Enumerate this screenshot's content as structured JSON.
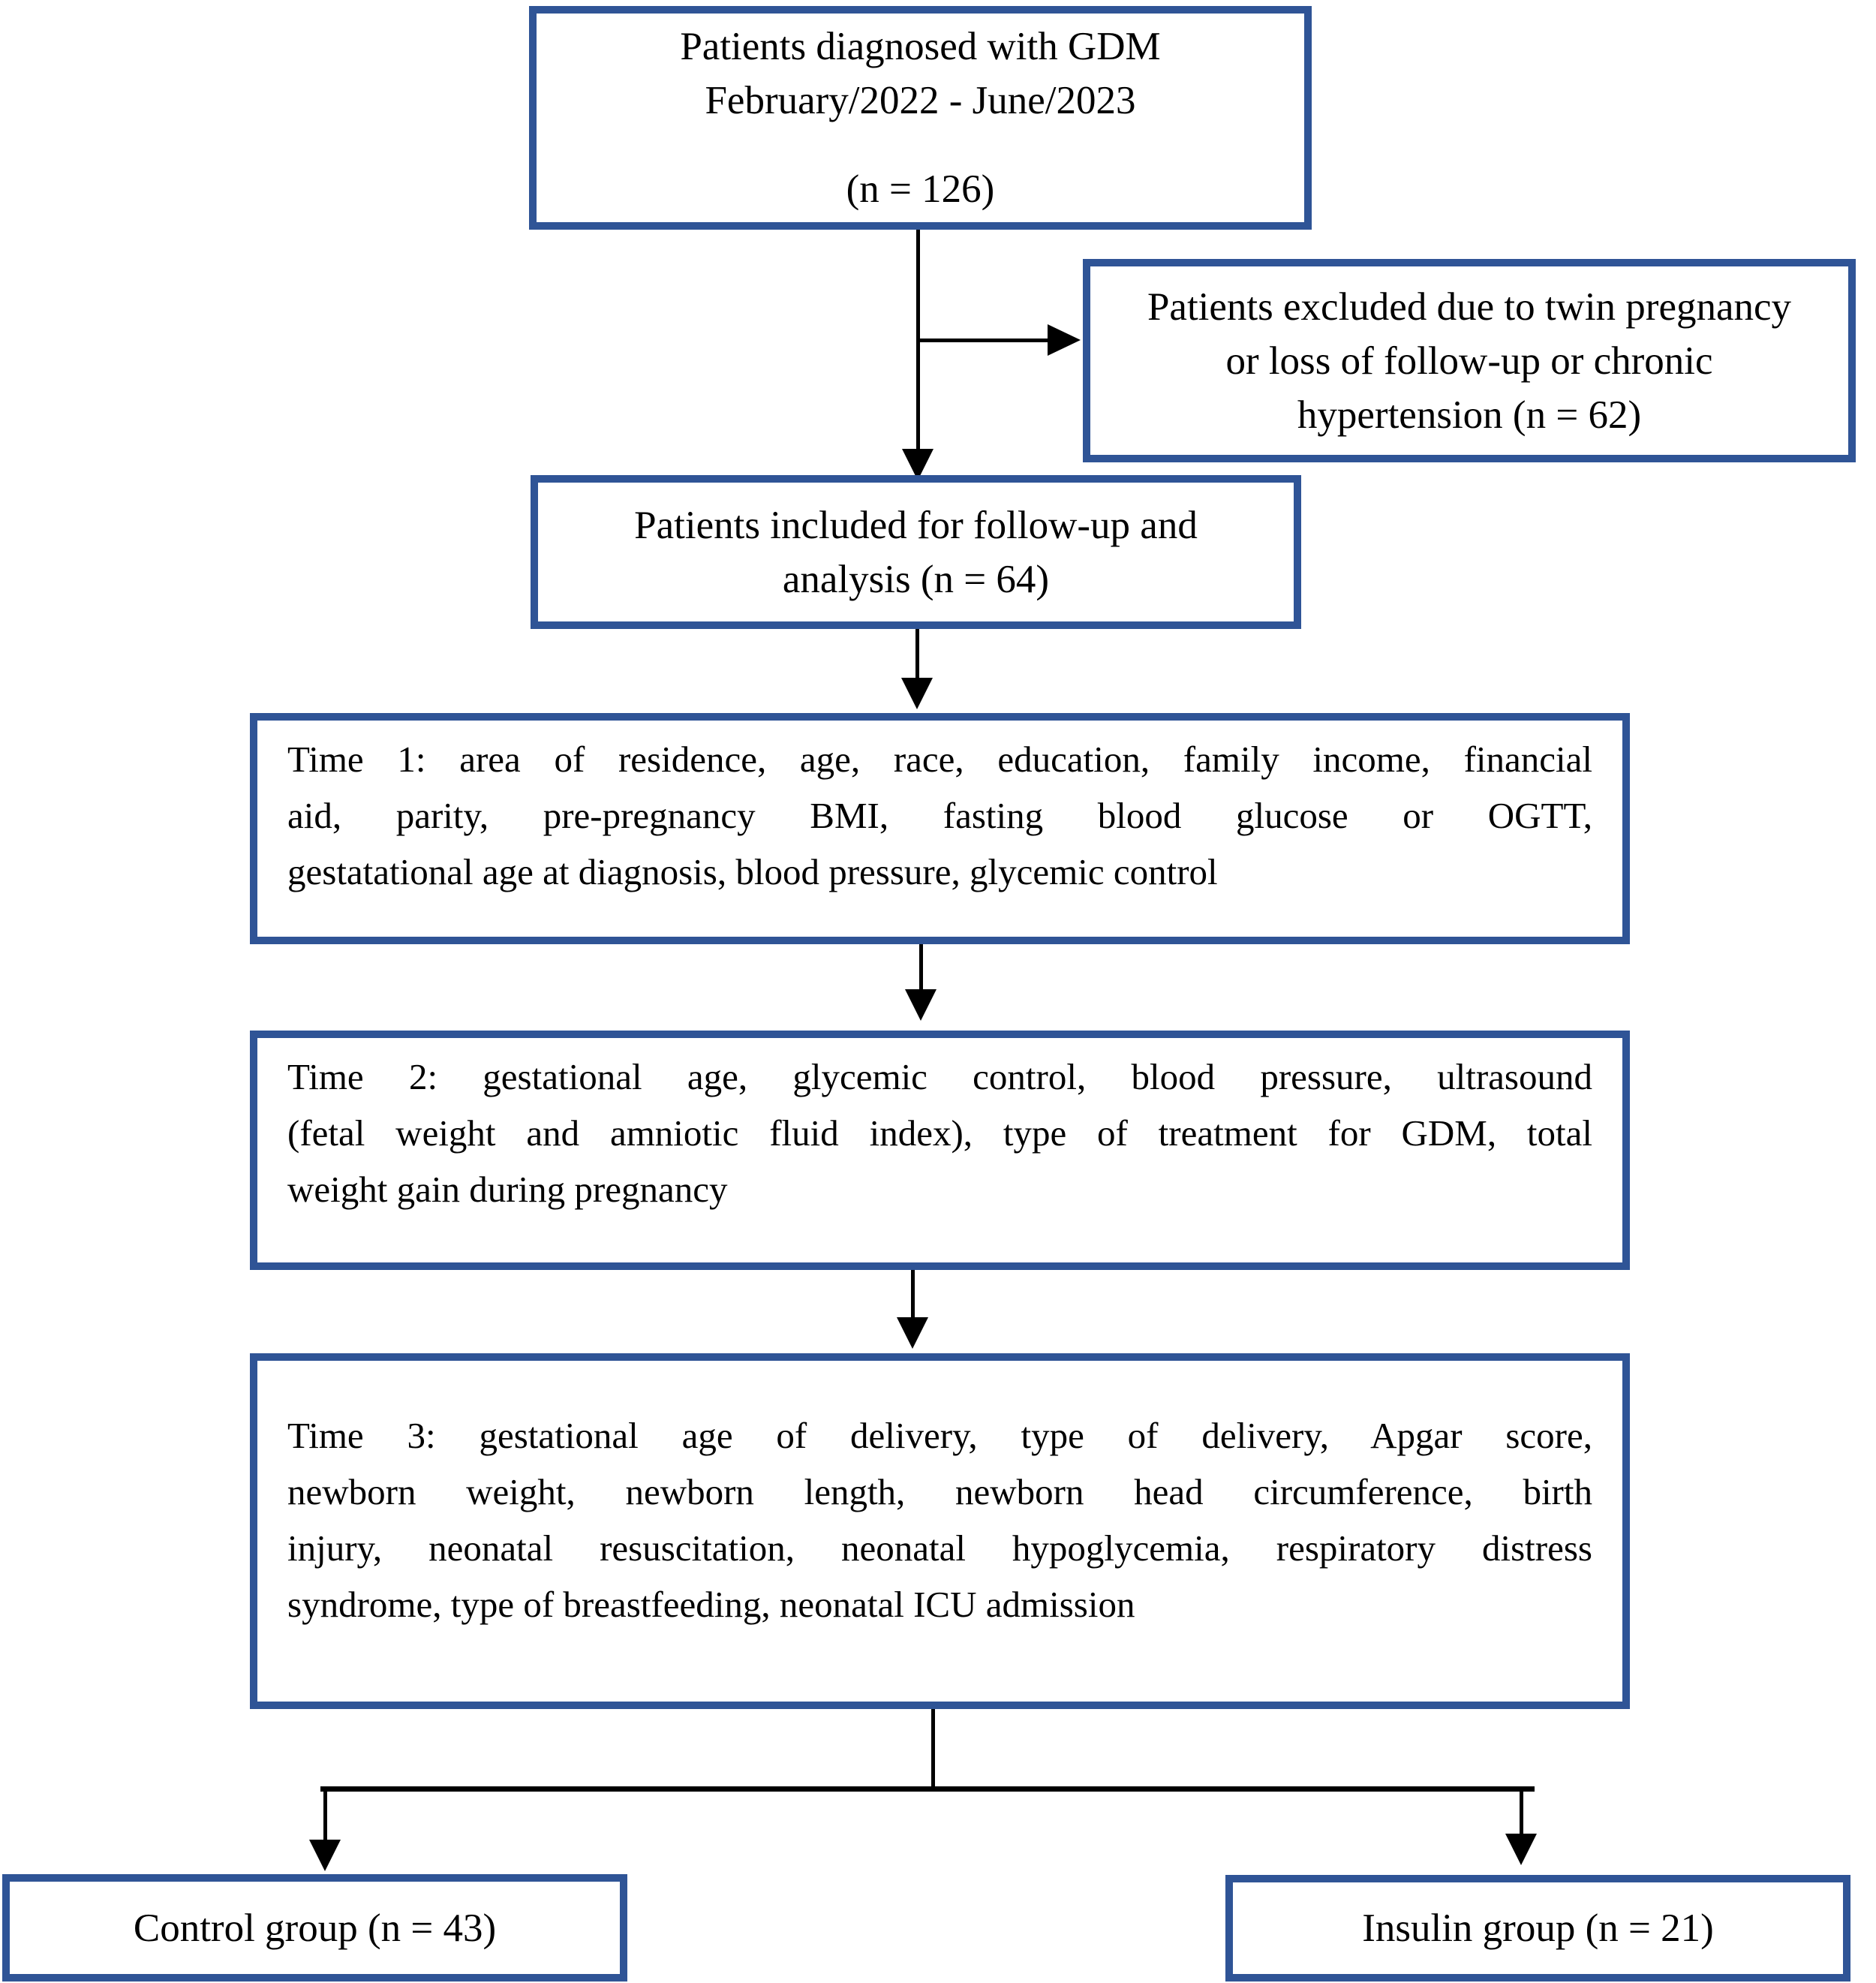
{
  "colors": {
    "box_border": "#2F5496",
    "arrow": "#000000",
    "background": "#FFFFFF",
    "text": "#000000"
  },
  "flowchart": {
    "diagnosed": {
      "lines": [
        "Patients diagnosed with GDM",
        "February/2022 - June/2023"
      ],
      "count": "(n = 126)"
    },
    "excluded": {
      "lines": [
        "Patients excluded due to twin pregnancy",
        "or loss of follow-up or chronic",
        "hypertension (n = 62)"
      ]
    },
    "included": {
      "lines": [
        "Patients included for follow-up and",
        "analysis (n = 64)"
      ]
    },
    "time1": {
      "lines": [
        "Time 1: area of residence, age, race, education, family income, financial",
        "aid, parity, pre-pregnancy BMI, fasting blood glucose or OGTT,",
        "gestatational age at diagnosis, blood pressure, glycemic control"
      ]
    },
    "time2": {
      "lines": [
        "Time 2: gestational age, glycemic control, blood pressure, ultrasound",
        "(fetal weight and amniotic fluid index), type of treatment for GDM, total",
        "weight gain during pregnancy"
      ]
    },
    "time3": {
      "lines": [
        "Time 3: gestational age of delivery, type of delivery, Apgar score,",
        "newborn weight, newborn length, newborn head circumference, birth",
        "injury, neonatal resuscitation, neonatal hypoglycemia, respiratory distress",
        "syndrome, type of breastfeeding, neonatal ICU admission"
      ]
    },
    "control": {
      "label": "Control group (n = 43)"
    },
    "insulin": {
      "label": "Insulin group (n = 21)"
    }
  }
}
